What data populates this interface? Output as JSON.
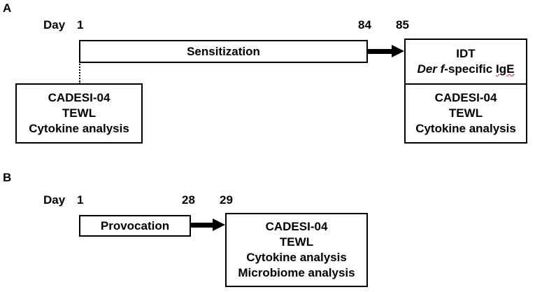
{
  "panel_a": {
    "label": "A",
    "day_label": "Day",
    "days": [
      "1",
      "84",
      "85"
    ],
    "phase": "Sensitization",
    "start_box": [
      "CADESI-04",
      "TEWL",
      "Cytokine analysis"
    ],
    "end_top_box": {
      "line1": "IDT",
      "line2_italic": "Der f",
      "line2_rest_pre": "-specific ",
      "line2_ige": "IgE"
    },
    "end_bottom_box": [
      "CADESI-04",
      "TEWL",
      "Cytokine analysis"
    ]
  },
  "panel_b": {
    "label": "B",
    "day_label": "Day",
    "days": [
      "1",
      "28",
      "29"
    ],
    "phase": "Provocation",
    "end_box": [
      "CADESI-04",
      "TEWL",
      "Cytokine analysis",
      "Microbiome analysis"
    ]
  }
}
